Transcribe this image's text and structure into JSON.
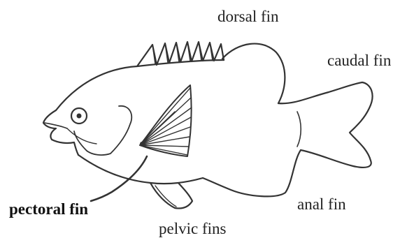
{
  "diagram": {
    "labels": {
      "dorsal_fin": "dorsal fin",
      "caudal_fin": "caudal fin",
      "anal_fin": "anal fin",
      "pectoral_fin": "pectoral fin",
      "pelvic_fins": "pelvic fins"
    },
    "highlighted_part": "pectoral fin",
    "colors": {
      "outline": "#333333",
      "text": "#222222",
      "background": "#ffffff"
    }
  }
}
